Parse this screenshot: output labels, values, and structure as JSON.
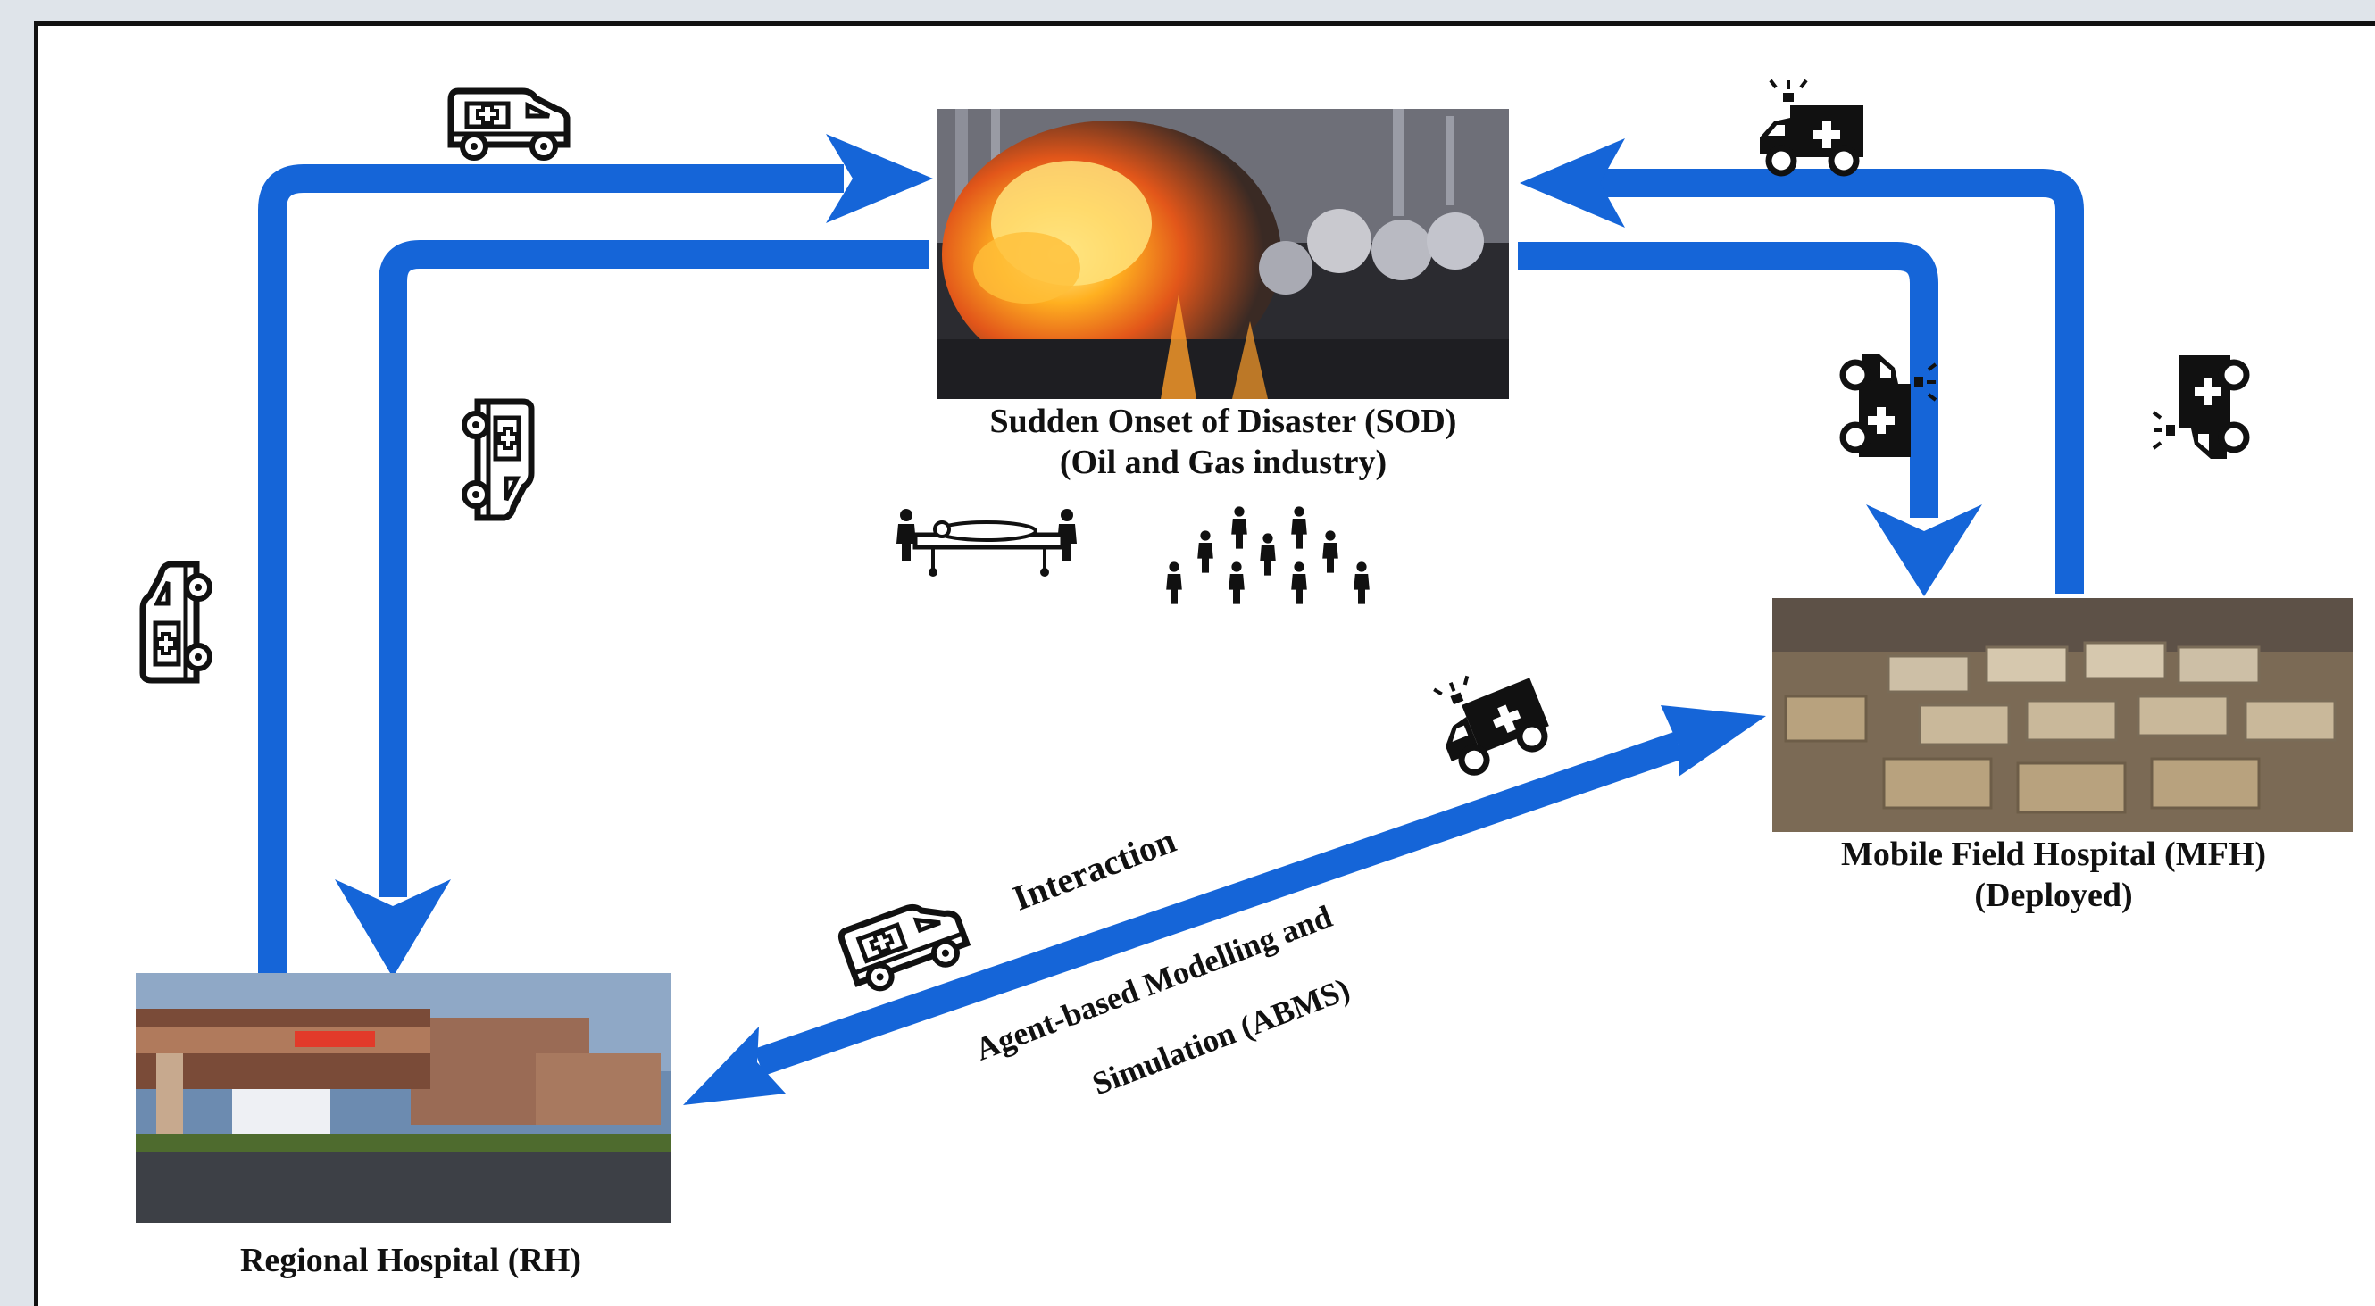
{
  "colors": {
    "arrow": "#1565d8",
    "ink": "#111111",
    "background": "#ffffff",
    "fire": "#ff8a1c",
    "tent": "#c9b89a"
  },
  "nodes": {
    "sod": {
      "title": "Sudden Onset of Disaster (SOD)",
      "subtitle": "(Oil and Gas industry)",
      "photo": "oil-gas-fire-photo"
    },
    "mfh": {
      "title": "Mobile Field Hospital (MFH)",
      "subtitle": "(Deployed)",
      "photo": "field-hospital-camp-photo"
    },
    "rh": {
      "title": "Regional Hospital (RH)",
      "photo": "regional-hospital-photo"
    }
  },
  "interaction": {
    "label": "Interaction",
    "method_line1": "Agent-based Modelling  and",
    "method_line2": "Simulation (ABMS)"
  },
  "icons": [
    "ambulance-icon",
    "emergency-ambulance-icon",
    "stretcher-bearers-icon",
    "crowd-icon"
  ]
}
